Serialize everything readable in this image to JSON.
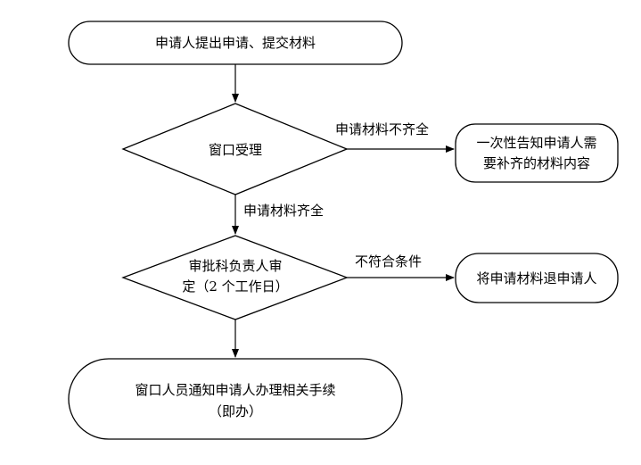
{
  "diagram": {
    "start": "申请人提出申请、提交材料",
    "window_accept": "窗口受理",
    "incomplete_label": "申请材料不齐全",
    "notify_supplement_line1": "一次性告知申请人需",
    "notify_supplement_line2": "要补齐的材料内容",
    "complete_label": "申请材料齐全",
    "review_line1": "审批科负责人审",
    "review_line2": "定（2 个工作日）",
    "noncompliant_label": "不符合条件",
    "return_materials": "将申请材料退申请人",
    "final_line1": "窗口人员通知申请人办理相关手续",
    "final_line2": "（即办）"
  }
}
